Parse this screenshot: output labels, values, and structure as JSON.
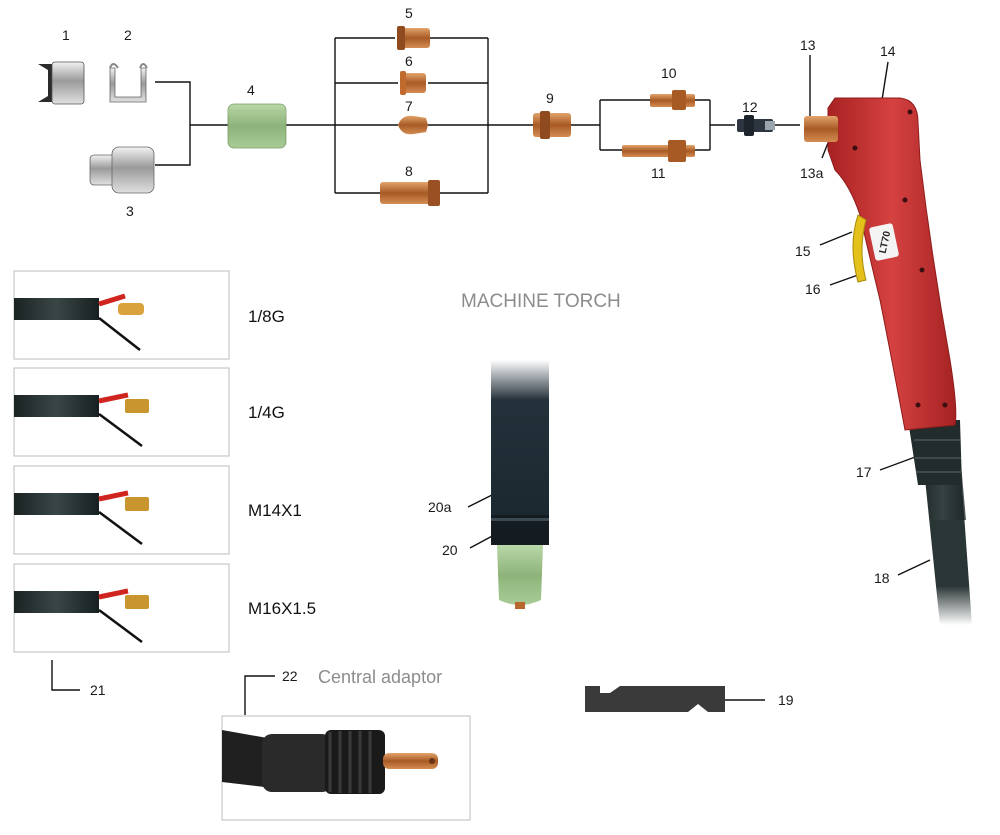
{
  "heading": "MACHINE TORCH",
  "adaptor_caption": "Central adaptor",
  "labels": {
    "n1": "1",
    "n2": "2",
    "n3": "3",
    "n4": "4",
    "n5": "5",
    "n6": "6",
    "n7": "7",
    "n8": "8",
    "n9": "9",
    "n10": "10",
    "n11": "11",
    "n12": "12",
    "n13": "13",
    "n13a": "13a",
    "n14": "14",
    "n15": "15",
    "n16": "16",
    "n17": "17",
    "n18": "18",
    "n19": "19",
    "n20": "20",
    "n20a": "20a",
    "n21": "21",
    "n22": "22"
  },
  "torch_brand": "LT70",
  "connections": [
    {
      "spec": "1/8G"
    },
    {
      "spec": "1/4G"
    },
    {
      "spec": "M14X1"
    },
    {
      "spec": "M16X1.5"
    }
  ],
  "colors": {
    "copper": "#b8672e",
    "green_cup": "#9cc28a",
    "torch_red": "#c62f2f",
    "hose": "#1f2a2a",
    "steel": "#b9b9b9"
  }
}
